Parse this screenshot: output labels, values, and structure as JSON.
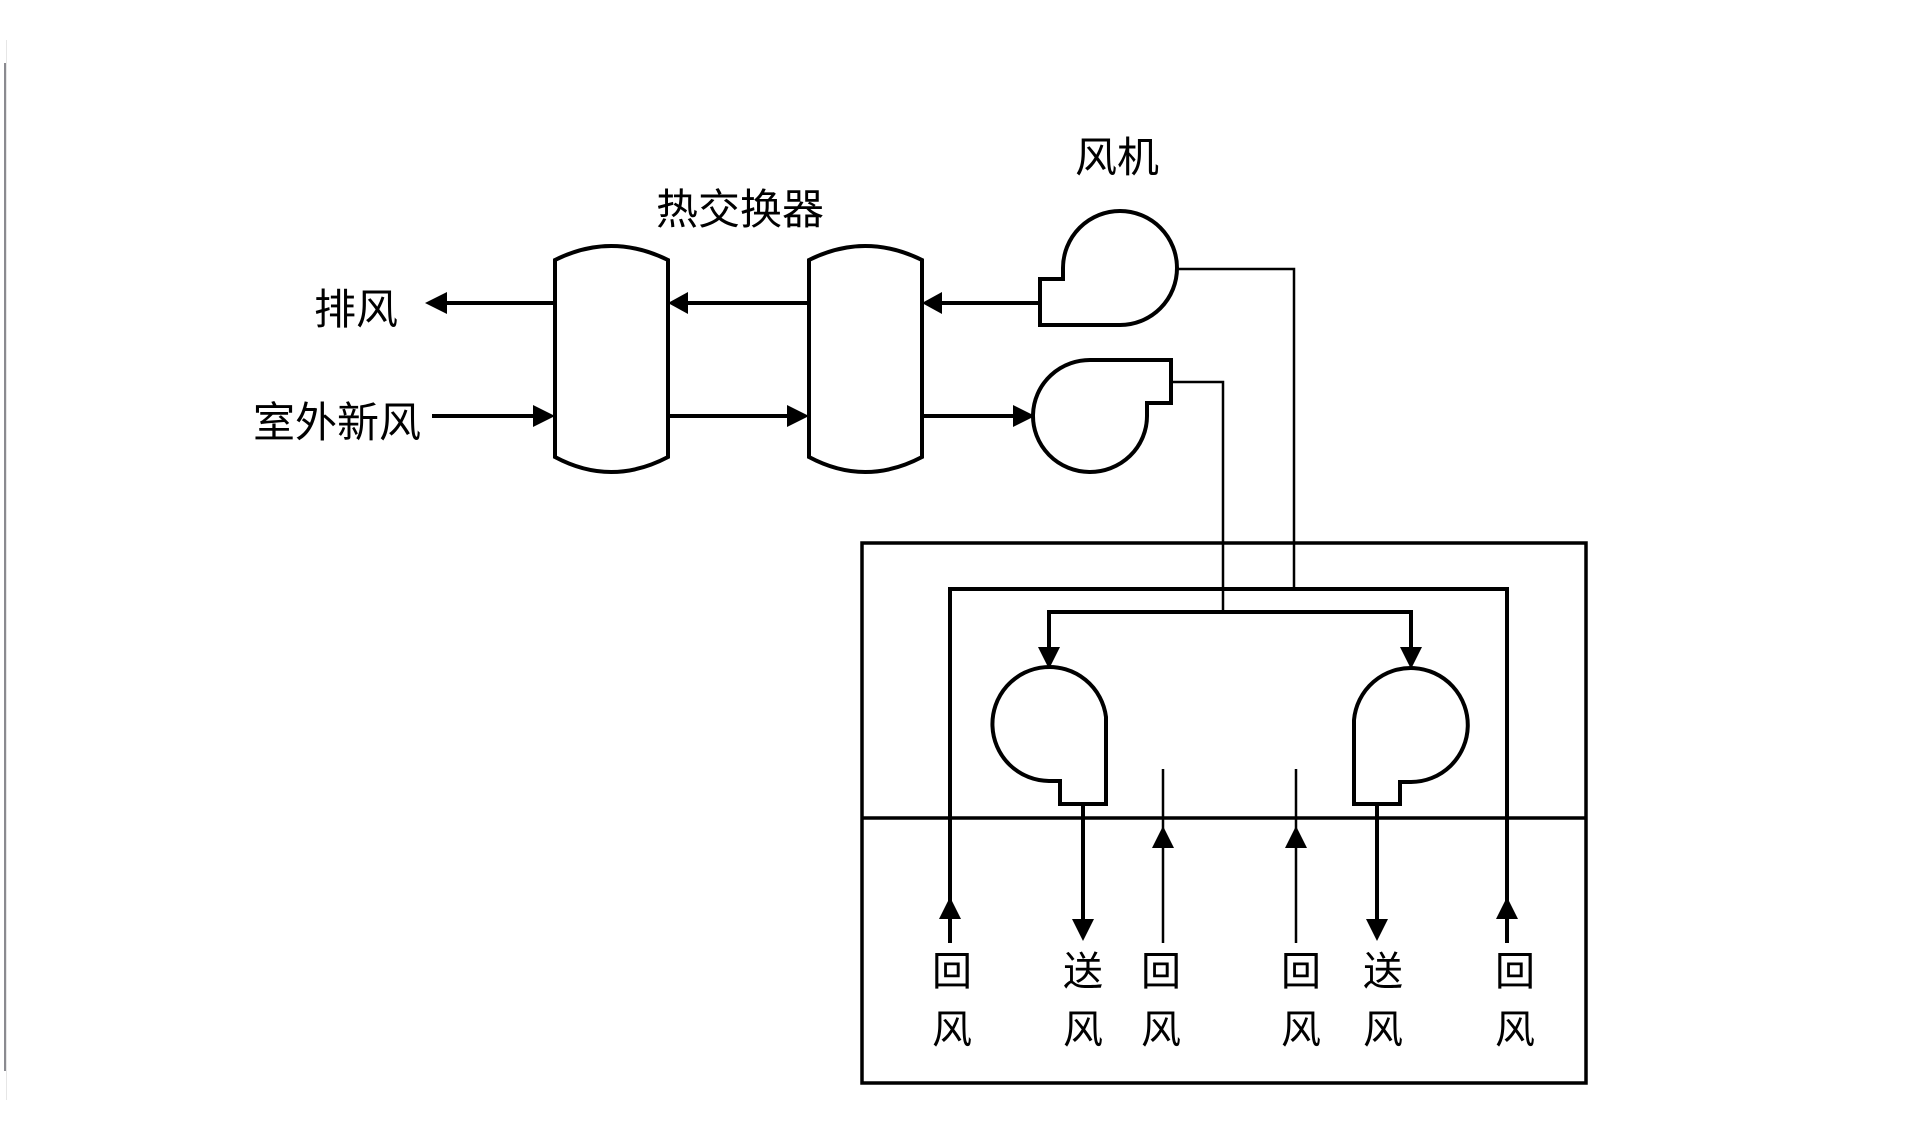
{
  "diagram": {
    "title": "热交换器新风系统示意图",
    "labels": {
      "heat_exchanger": "热交换器",
      "fan": "风机",
      "exhaust_air": "排风",
      "outdoor_fresh_air": "室外新风"
    },
    "components": [
      {
        "id": "heat-exchanger-1",
        "type": "heat-exchanger"
      },
      {
        "id": "heat-exchanger-2",
        "type": "heat-exchanger"
      },
      {
        "id": "exhaust-fan",
        "type": "fan"
      },
      {
        "id": "supply-fan",
        "type": "fan"
      },
      {
        "id": "indoor-fan-left",
        "type": "fan"
      },
      {
        "id": "indoor-fan-right",
        "type": "fan"
      },
      {
        "id": "room-enclosure",
        "type": "room"
      }
    ],
    "flows": [
      {
        "from": "exhaust-fan",
        "to": "heat-exchanger-2",
        "medium": "排风"
      },
      {
        "from": "heat-exchanger-2",
        "to": "heat-exchanger-1",
        "medium": "排风"
      },
      {
        "from": "heat-exchanger-1",
        "to": "outside",
        "medium": "排风"
      },
      {
        "from": "outside",
        "to": "heat-exchanger-1",
        "medium": "室外新风"
      },
      {
        "from": "heat-exchanger-1",
        "to": "heat-exchanger-2",
        "medium": "室外新风"
      },
      {
        "from": "heat-exchanger-2",
        "to": "supply-fan",
        "medium": "室外新风"
      },
      {
        "from": "supply-fan",
        "to": "indoor-fan-left"
      },
      {
        "from": "supply-fan",
        "to": "indoor-fan-right"
      },
      {
        "from": "room",
        "to": "exhaust-fan",
        "medium": "回风"
      }
    ],
    "room_ports": [
      {
        "label_top": "回",
        "label_bottom": "风",
        "direction": "up"
      },
      {
        "label_top": "送",
        "label_bottom": "风",
        "direction": "down"
      },
      {
        "label_top": "回",
        "label_bottom": "风",
        "direction": "up"
      },
      {
        "label_top": "回",
        "label_bottom": "风",
        "direction": "up"
      },
      {
        "label_top": "送",
        "label_bottom": "风",
        "direction": "down"
      },
      {
        "label_top": "回",
        "label_bottom": "风",
        "direction": "up"
      }
    ],
    "colors": {
      "stroke": "#000000",
      "background": "#ffffff"
    }
  }
}
